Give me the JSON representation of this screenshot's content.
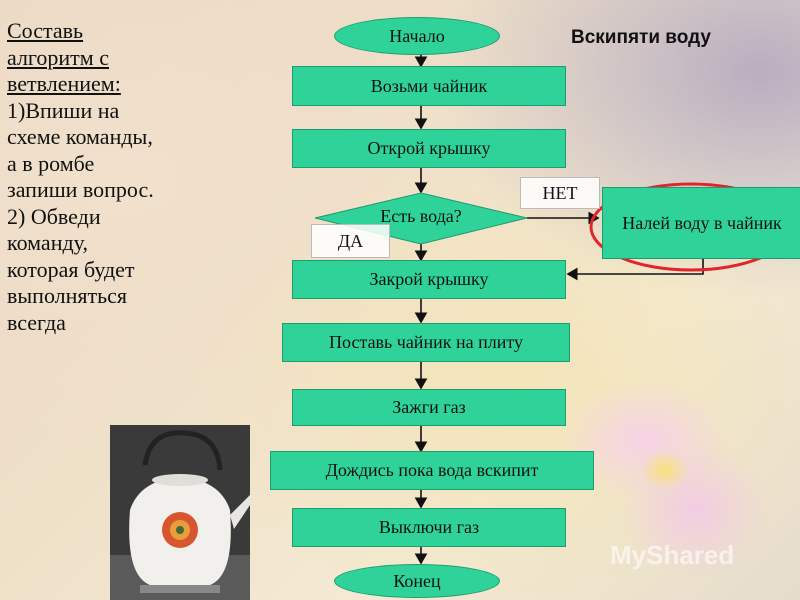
{
  "heading": "Вскипяти воду",
  "task": {
    "line1": "Составь",
    "line2": "алгоритм с",
    "line3": "ветвлением:",
    "line4": "1)Впиши на",
    "line5": "схеме команды,",
    "line6": "а в ромбе",
    "line7": "запиши вопрос.",
    "line8": "2) Обведи",
    "line9": "команду,",
    "line10": "которая будет",
    "line11": "выполняться",
    "line12": "всегда"
  },
  "flow": {
    "start": "Начало",
    "step1": "Возьми чайник",
    "step2": "Открой крышку",
    "decision": "Есть вода?",
    "no_label": "НЕТ",
    "yes_label": "ДА",
    "branch": "Налей воду в чайник",
    "step3": "Закрой крышку",
    "step4": "Поставь чайник на плиту",
    "step5": "Зажги газ",
    "step6": "Дождись пока вода вскипит",
    "step7": "Выключи газ",
    "end": "Конец"
  },
  "colors": {
    "box": "#2fd39a",
    "circle": "#e0262b"
  }
}
